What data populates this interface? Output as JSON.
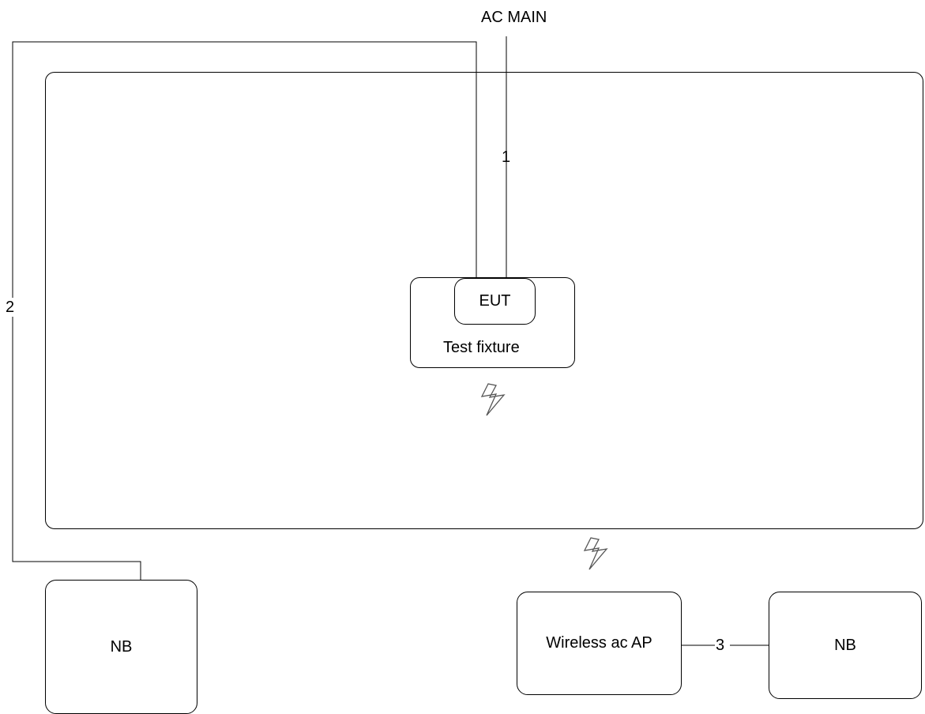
{
  "power_source": {
    "label": "AC MAIN"
  },
  "eut": {
    "label": "EUT"
  },
  "test_fixture": {
    "label": "Test fixture"
  },
  "cables": {
    "cable_1": "1",
    "cable_2": "2",
    "cable_3": "3"
  },
  "notebook_left": {
    "label": "NB"
  },
  "access_point": {
    "label": "Wireless ac AP"
  },
  "notebook_right": {
    "label": "NB"
  },
  "icons": {
    "wireless_link": "lightning-bolt"
  }
}
